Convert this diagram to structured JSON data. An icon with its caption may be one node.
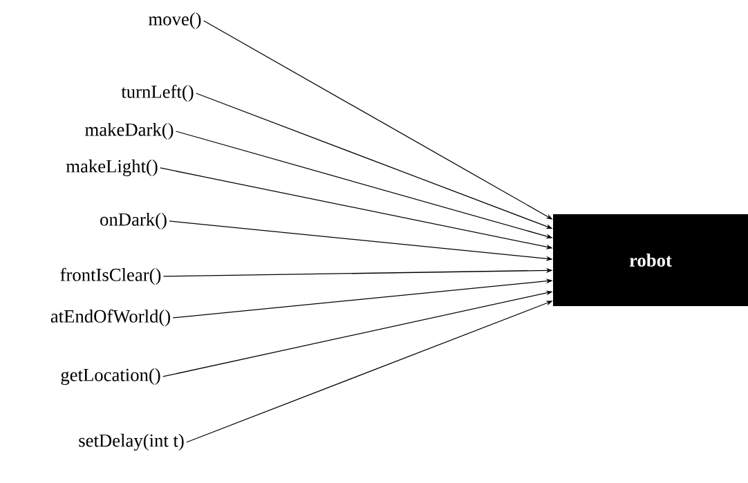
{
  "diagram": {
    "nodes": [
      {
        "text": [
          "robot"
        ]
      },
      {
        "text": [
          "move()"
        ]
      },
      {
        "text": [
          "turnLeft()"
        ]
      },
      {
        "text": [
          "makeDark()"
        ]
      },
      {
        "text": [
          "makeLight()"
        ]
      },
      {
        "text": [
          "onDark()"
        ]
      },
      {
        "text": [
          "frontIsClear()"
        ]
      },
      {
        "text": [
          "atEndOfWorld()"
        ]
      },
      {
        "text": [
          "getLocation()"
        ]
      },
      {
        "text": [
          "setDelay(int t)"
        ]
      }
    ],
    "edges": [
      {
        "from": 1,
        "to": 0,
        "arrow": "to"
      },
      {
        "from": 2,
        "to": 0,
        "arrow": "to"
      },
      {
        "from": 3,
        "to": 0,
        "arrow": "to"
      },
      {
        "from": 4,
        "to": 0,
        "arrow": "to"
      },
      {
        "from": 5,
        "to": 0,
        "arrow": "to"
      },
      {
        "from": 6,
        "to": 0,
        "arrow": "to"
      },
      {
        "from": 7,
        "to": 0,
        "arrow": "to"
      },
      {
        "from": 8,
        "to": 0,
        "arrow": "to"
      },
      {
        "from": 9,
        "to": 0,
        "arrow": "to"
      }
    ]
  }
}
